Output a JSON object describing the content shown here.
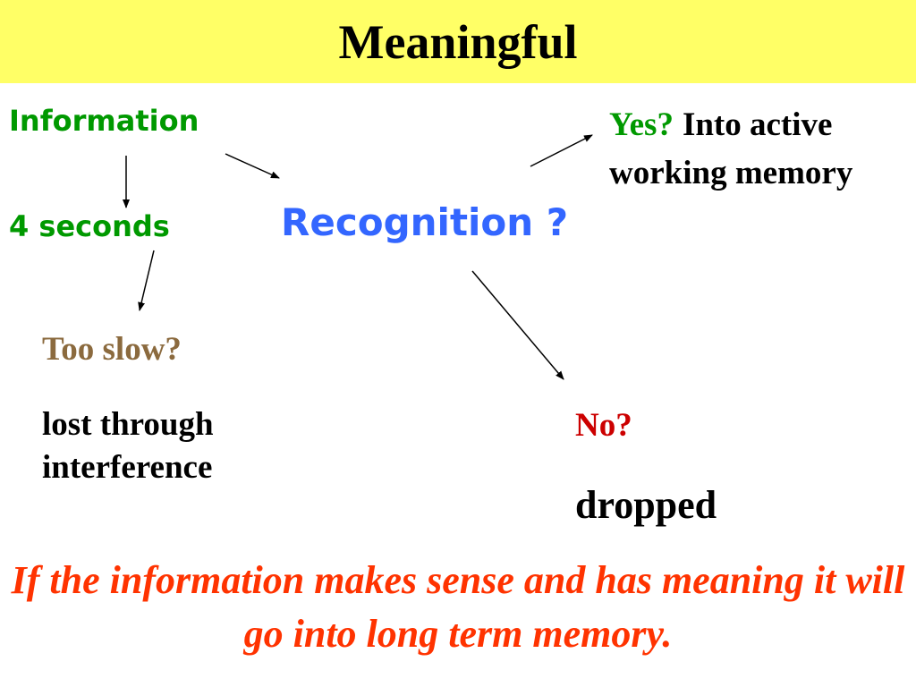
{
  "title": "Meaningful",
  "nodes": {
    "information": "Information",
    "seconds": "4 seconds",
    "recognition": "Recognition ?",
    "too_slow": "Too slow?",
    "lost": "lost through interference",
    "yes": "Yes?",
    "into_memory": "Into active working memory",
    "no": "No?",
    "dropped": "dropped"
  },
  "summary": "If the information makes sense and has meaning it will go into long term memory.",
  "colors": {
    "title_bar": "#ffff66",
    "green_labels": "#009900",
    "recognition": "#3366ff",
    "too_slow": "#8b6a3e",
    "no": "#cc0000",
    "summary": "#ff3300"
  }
}
